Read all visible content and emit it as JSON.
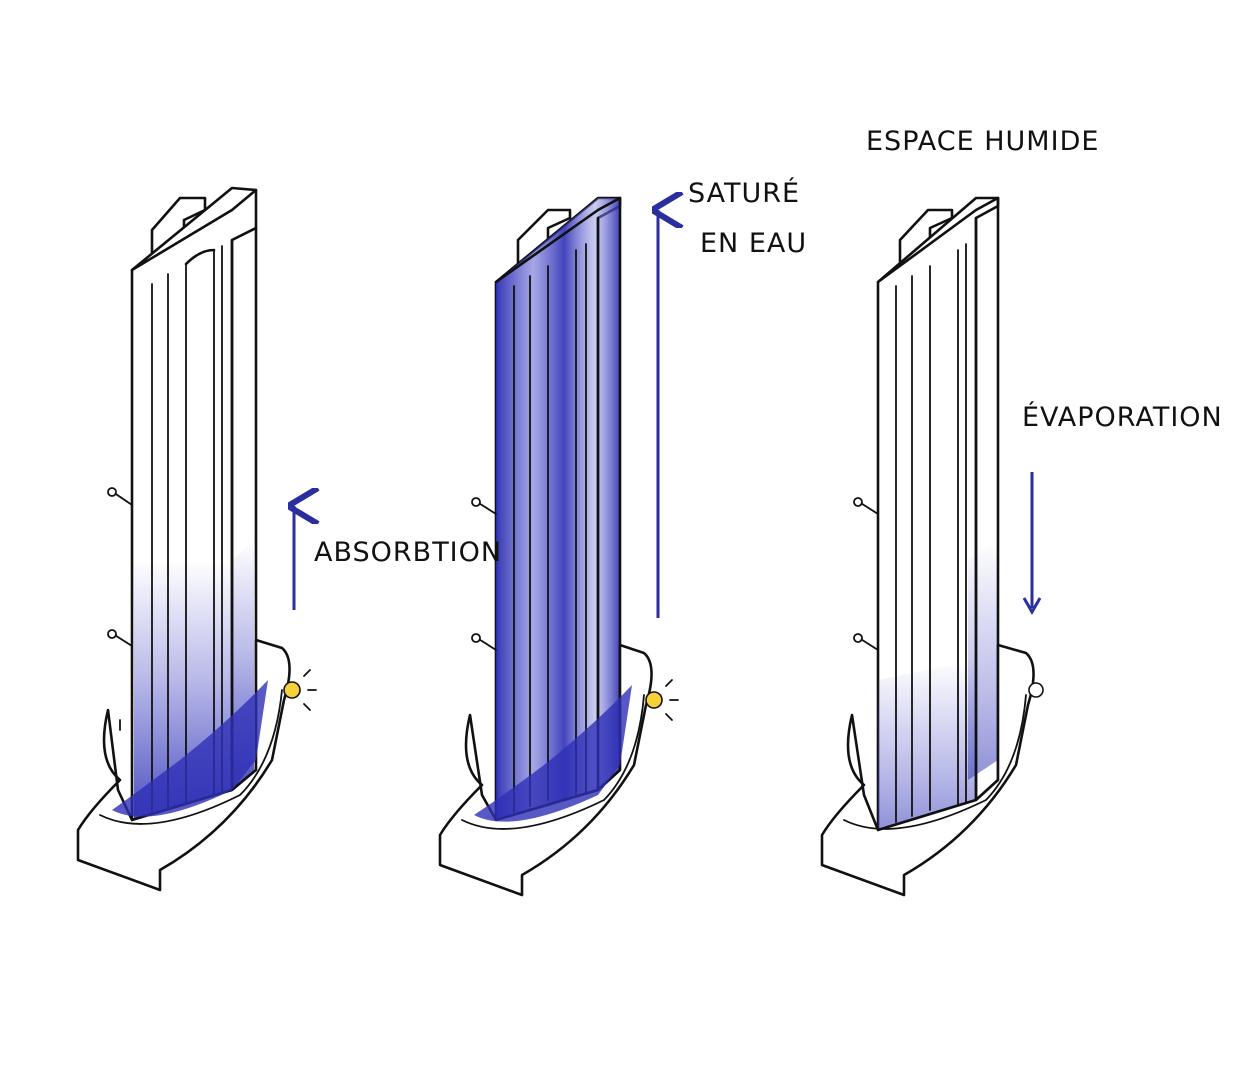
{
  "labels": {
    "absorption": "ABSORBTION",
    "saturated_line1": "SATURÉ",
    "saturated_line2": "EN EAU",
    "humid_space": "ESPACE HUMIDE",
    "evaporation": "ÉVAPORATION"
  },
  "colors": {
    "water": "#2e2fb5",
    "arrow": "#2b2e9e",
    "sensor_light": "#f3d23a",
    "ink": "#111111"
  },
  "stages": [
    {
      "id": "absorption",
      "water_fill": 0.35,
      "arrow_direction": "up",
      "sensor_lit": true
    },
    {
      "id": "saturated",
      "water_fill": 1.0,
      "arrow_direction": "up",
      "sensor_lit": true
    },
    {
      "id": "evaporation",
      "water_fill": 0.3,
      "arrow_direction": "down",
      "sensor_lit": false
    }
  ]
}
